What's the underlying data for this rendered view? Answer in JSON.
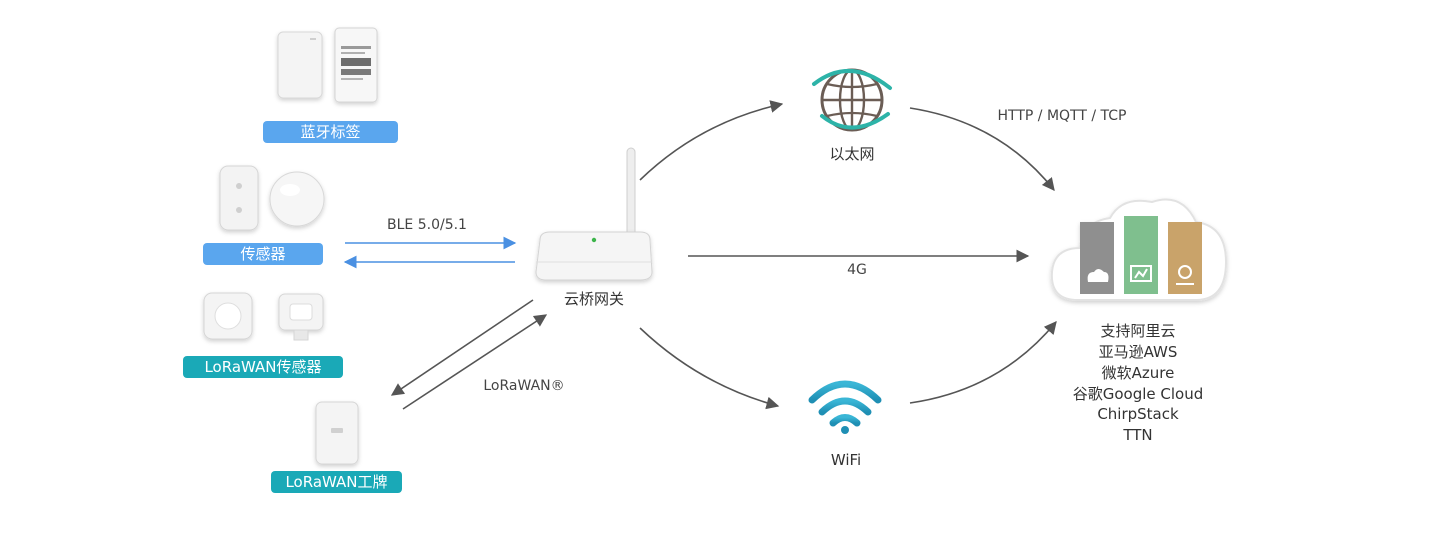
{
  "devices": {
    "bluetooth_tag": "蓝牙标签",
    "sensor": "传感器",
    "lorawan_sensor": "LoRaWAN传感器",
    "lorawan_badge": "LoRaWAN工牌"
  },
  "links": {
    "ble": "BLE 5.0/5.1",
    "lorawan": "LoRaWAN®",
    "protocols": "HTTP / MQTT / TCP",
    "cellular": "4G"
  },
  "nodes": {
    "gateway": "云桥网关",
    "ethernet": "以太网",
    "wifi": "WiFi"
  },
  "cloud": {
    "platforms": [
      "支持阿里云",
      "亚马逊AWS",
      "微软Azure",
      "谷歌Google Cloud",
      "ChirpStack",
      "TTN"
    ]
  },
  "colors": {
    "blue_pill": "#5aa6ee",
    "teal_pill": "#1aa9b7",
    "arrow_gray": "#555555",
    "arrow_blue": "#4a90e2",
    "cloud_gray": "#8f8f8f",
    "cloud_green": "#7fbf8e",
    "cloud_tan": "#c9a36a",
    "wifi_teal": "#2ea7c7"
  }
}
